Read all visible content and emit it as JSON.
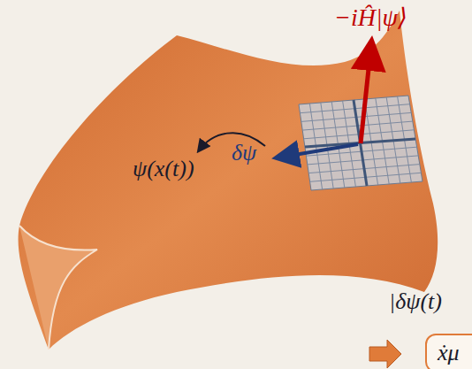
{
  "diagram": {
    "nodes": [
      {
        "text": [
          "ẋμ"
        ]
      }
    ],
    "labels": [
      "−iĤ|ψ⟩",
      "ψ(x(t))",
      "δψ",
      "|δψ(t)"
    ]
  }
}
